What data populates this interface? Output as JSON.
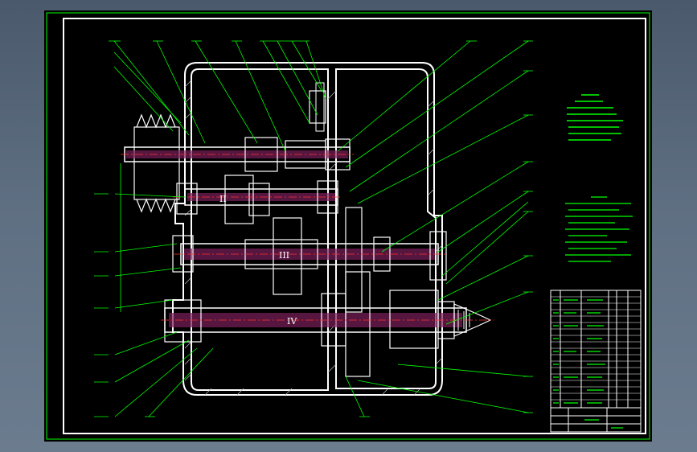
{
  "drawing": {
    "shaft_labels": [
      "II",
      "III",
      "IV"
    ],
    "colors": {
      "frame": "#ffffff",
      "border": "#00ff00",
      "leader": "#00ff00",
      "shaft": "#ff00ff",
      "gear": "#ffffff",
      "centerline": "#ff3030",
      "notes_text": "#00ff00",
      "viewport_bg": "#000000",
      "window_bg": "#5a6a7d"
    },
    "icon_names": [
      "engineering-drawing",
      "title-block",
      "parts-list"
    ]
  }
}
